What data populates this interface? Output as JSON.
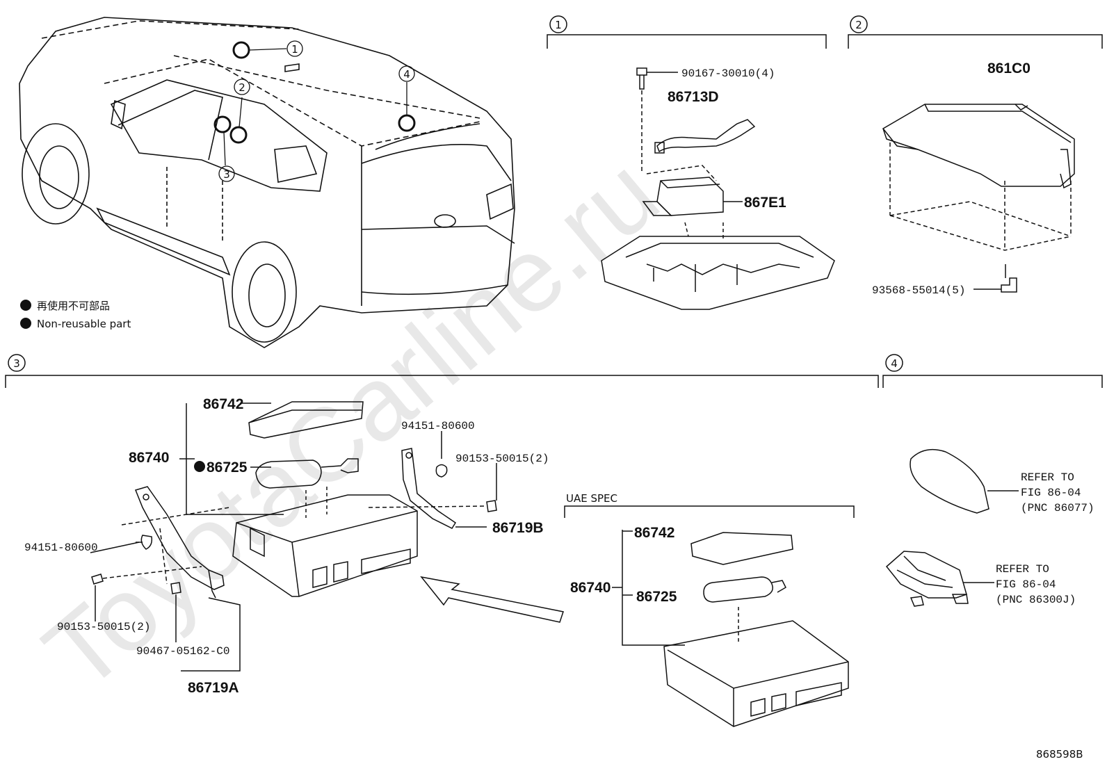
{
  "watermark": "ToyotaCarline.ru",
  "diagram_code": "868598B",
  "legend": {
    "jp": "再使用不可部品",
    "en": "Non-reusable part"
  },
  "callouts": [
    "1",
    "2",
    "3",
    "4"
  ],
  "section1": {
    "id": "1",
    "parts": [
      "90167-30010(4)",
      "86713D",
      "867E1"
    ]
  },
  "section2": {
    "id": "2",
    "parts": [
      "861C0",
      "93568-55014(5)"
    ]
  },
  "section3": {
    "id": "3",
    "parts": [
      "86742",
      "86740",
      "86725",
      "94151-80600",
      "90153-50015(2)",
      "86719B",
      "94151-80600",
      "90153-50015(2)",
      "90467-05162-C0",
      "86719A"
    ],
    "uae_title": "UAE SPEC",
    "uae_parts": [
      "86742",
      "86740",
      "86725"
    ]
  },
  "section4": {
    "id": "4",
    "refs": [
      {
        "l1": "REFER TO",
        "l2": "FIG 86-04",
        "l3": "(PNC 86077)"
      },
      {
        "l1": "REFER TO",
        "l2": "FIG 86-04",
        "l3": "(PNC 86300J)"
      }
    ]
  }
}
